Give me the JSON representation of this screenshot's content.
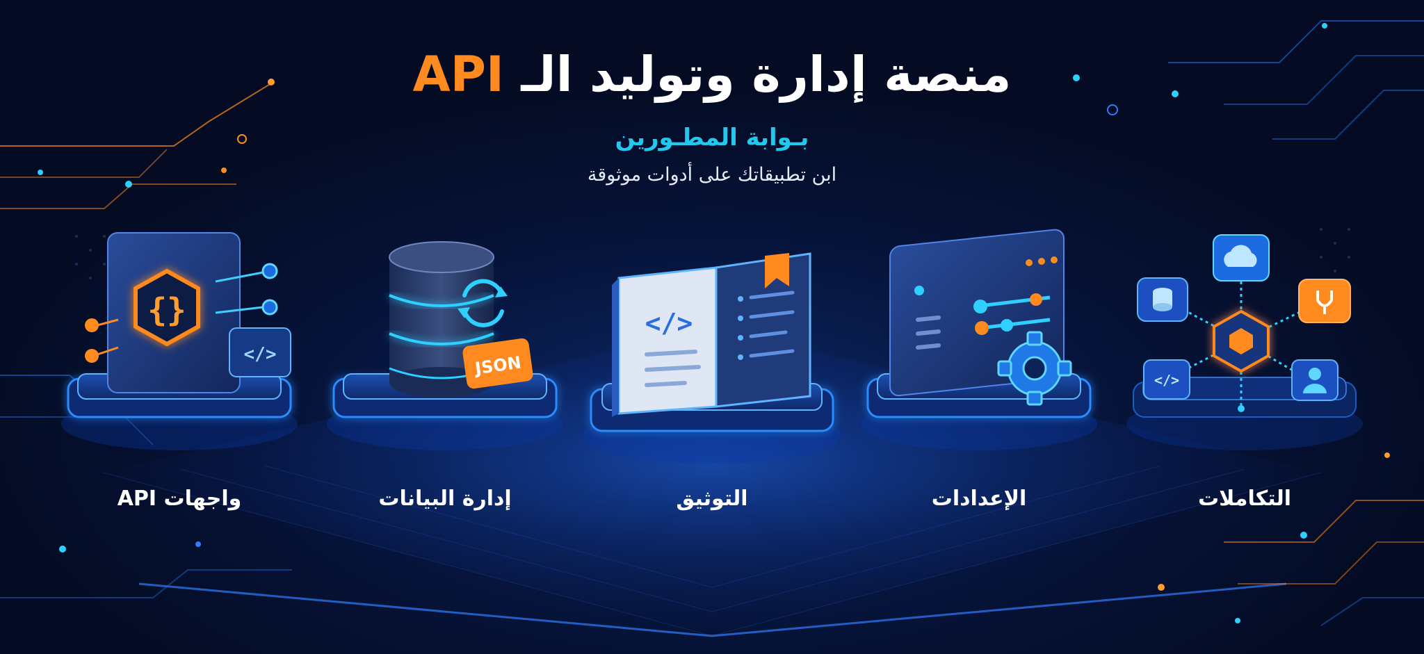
{
  "header": {
    "title_accent": "API",
    "title_text": "منصة إدارة وتوليد الـ",
    "subtitle": "بـوابة المطـورين",
    "tagline": "ابن تطبيقاتك على أدوات موثوقة"
  },
  "features": [
    {
      "label": "واجهات API",
      "icon": "api-code-panel-icon"
    },
    {
      "label": "إدارة البيانات",
      "icon": "database-json-icon"
    },
    {
      "label": "التوثيق",
      "icon": "book-code-icon"
    },
    {
      "label": "الإعدادات",
      "icon": "settings-panel-icon"
    },
    {
      "label": "التكاملات",
      "icon": "integrations-network-icon"
    }
  ],
  "badges": {
    "json": "JSON"
  },
  "colors": {
    "background": "#050d24",
    "accent_orange": "#ff8a1f",
    "accent_cyan": "#22c8ee",
    "glow_blue": "#2f7dff"
  }
}
